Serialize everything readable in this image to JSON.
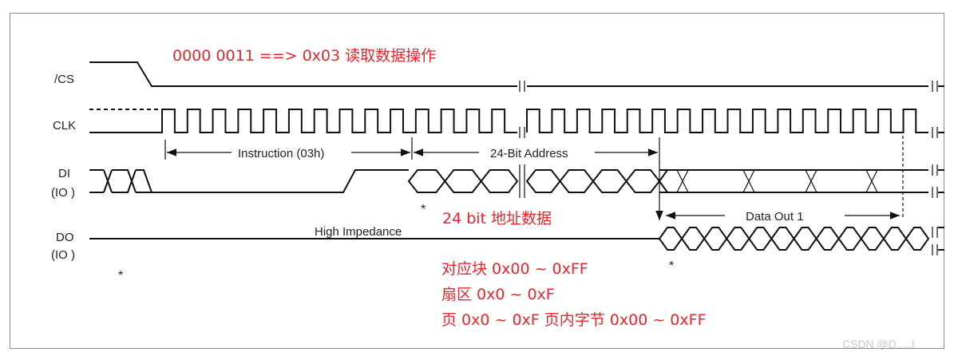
{
  "signals": {
    "cs": "/CS",
    "clk": "CLK",
    "di": "DI",
    "di_io": "(IO )",
    "do": "DO",
    "do_io": "(IO )"
  },
  "labels": {
    "instruction": "Instruction (03h)",
    "address": "24-Bit Address",
    "high_impedance": "High Impedance",
    "data_out": "Data Out 1",
    "asterisk": "*"
  },
  "annotations": {
    "opcode": "0000 0011 ==> 0x03 读取数据操作",
    "address_note": "24 bit 地址数据",
    "block": "对应块 0x00 ~ 0xFF",
    "sector": "扇区 0x0 ~ 0xF",
    "page": "页 0x0 ~ 0xF 页内字节 0x00 ~ 0xFF"
  },
  "watermark": "CSDN @D.....l",
  "colors": {
    "annotation": "#e8262b",
    "waveform": "#111111",
    "frame": "#8a8a8a",
    "watermark": "#c8c8c8"
  }
}
